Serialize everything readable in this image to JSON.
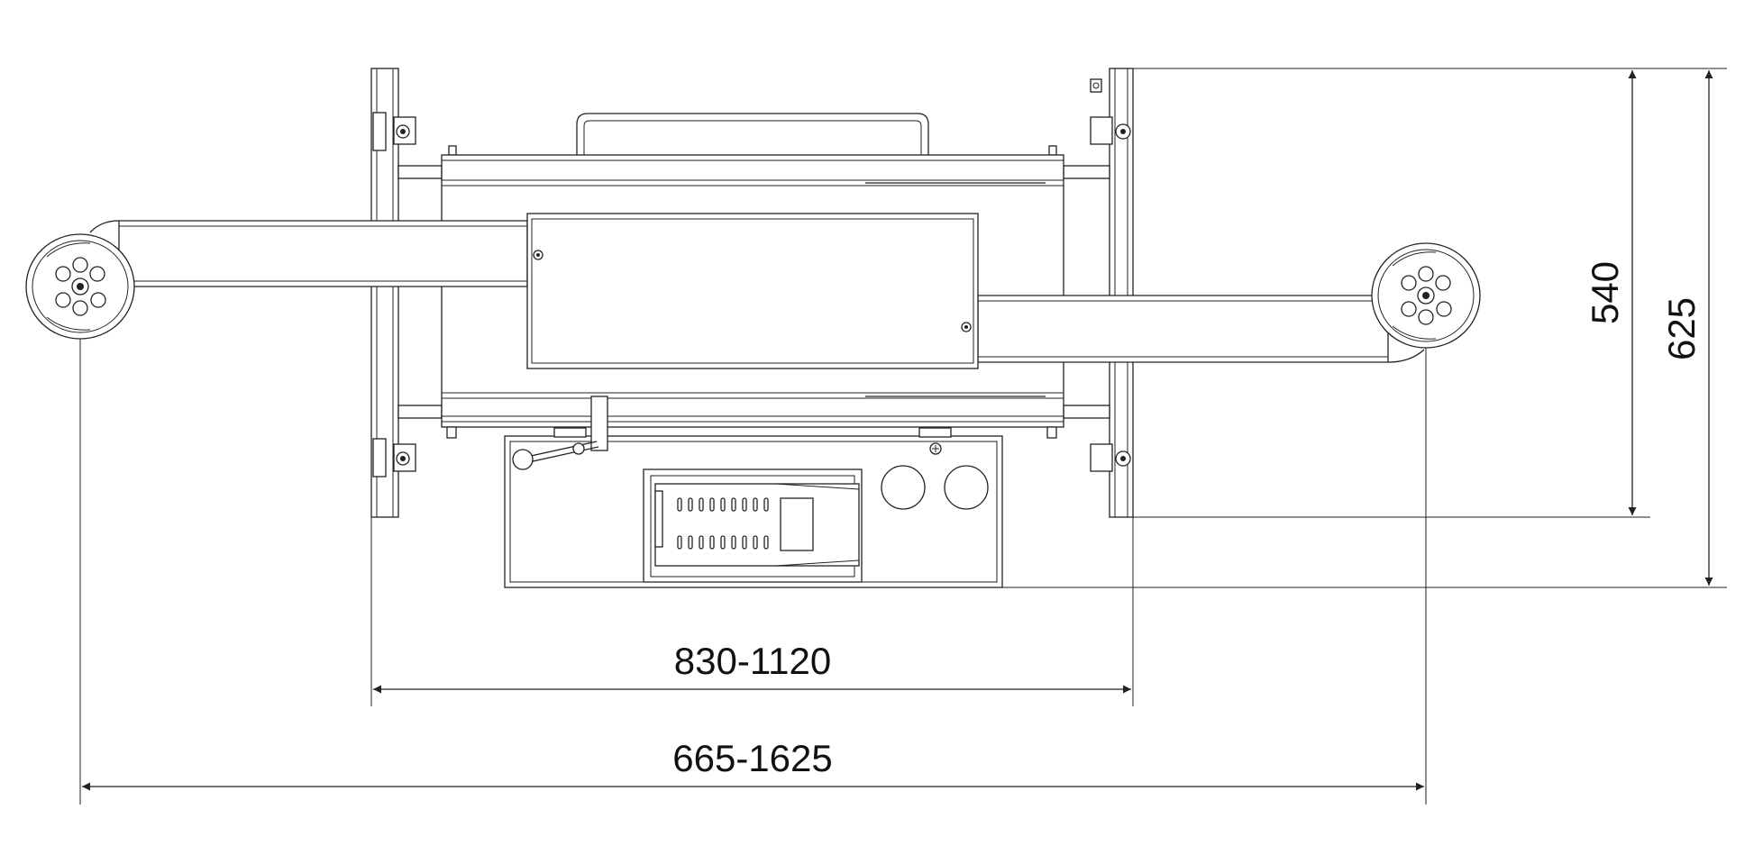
{
  "dimensions": {
    "frame_width": "830-1120",
    "wheel_track": "665-1625",
    "inner_depth": "540",
    "total_depth": "625"
  }
}
